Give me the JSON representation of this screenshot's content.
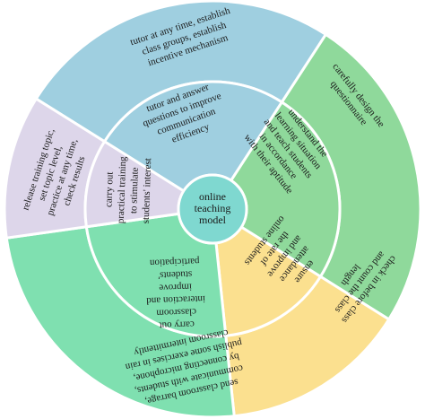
{
  "center": {
    "lines": [
      "online",
      "teaching",
      "model"
    ],
    "color": "#7fd8d0"
  },
  "sectors": [
    {
      "id": "blue",
      "color": "#9fcfe0",
      "inner_lines": [
        "tutor  and  answer",
        "questions to improve",
        "communication",
        "efficiency"
      ],
      "outer_lines": [
        "tutor at any time, establish",
        "class   groups,   establish",
        "incentive mechanism"
      ]
    },
    {
      "id": "green",
      "color": "#8fd99b",
      "inner_lines": [
        "understand    the",
        "learning situation",
        "and teach students",
        "in      accordance",
        "with their aptitude"
      ],
      "outer_lines": [
        "carefully design the",
        "questionnaire"
      ]
    },
    {
      "id": "yellow",
      "color": "#fbe08f",
      "inner_lines": [
        "ensure",
        "attendance",
        "and improve",
        "the    rate    of",
        "online students"
      ],
      "outer_lines": [
        "check in before class",
        "and count the class",
        "length"
      ]
    },
    {
      "id": "teal",
      "color": "#7fe0b0",
      "inner_lines": [
        "carry      out",
        "classroom",
        "interaction   and",
        "improve",
        "students'",
        "participation"
      ],
      "outer_lines": [
        "send      classroom      barrage,",
        "communicate    with    students,",
        "by  connecting  microphone,",
        "publish some exercises in rain",
        "classroom intermittently"
      ]
    },
    {
      "id": "purple",
      "color": "#ddd6ea",
      "inner_lines": [
        "carry       out",
        "practical training",
        "to          stimulate",
        "students' interest"
      ],
      "outer_lines": [
        "release training topic,",
        "set  topic  level,",
        "practice at any time,",
        "check results"
      ]
    }
  ]
}
